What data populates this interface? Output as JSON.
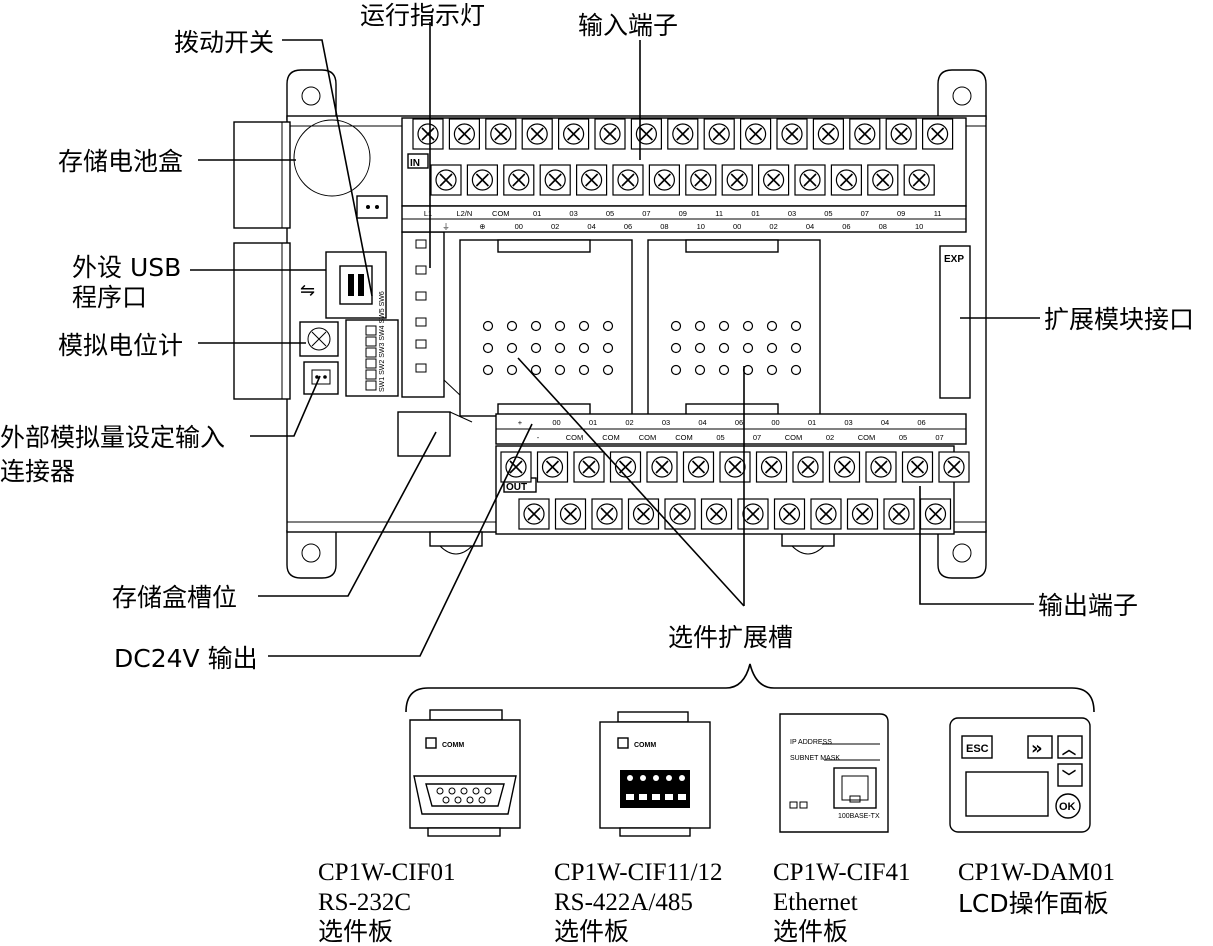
{
  "labels": {
    "dip_switch": "拨动开关",
    "run_led": "运行指示灯",
    "input_terminal": "输入端子",
    "battery_box": "存储电池盒",
    "usb_port_1": "外设 USB",
    "usb_port_2": "程序口",
    "analog_pot": "模拟电位计",
    "analog_input_1": "外部模拟量设定输入",
    "analog_input_2": "连接器",
    "memory_slot": "存储盒槽位",
    "dc24v": "DC24V 输出",
    "exp_connector": "扩展模块接口",
    "output_terminal": "输出端子",
    "option_slot": "选件扩展槽"
  },
  "device": {
    "in_tag": "IN",
    "out_tag": "OUT",
    "exp_tag": "EXP",
    "in_top_labels": [
      "L1",
      "L2/N",
      "COM",
      "01",
      "03",
      "05",
      "07",
      "09",
      "11",
      "01",
      "03",
      "05",
      "07",
      "09",
      "11"
    ],
    "in_bottom_labels": [
      "⏚",
      "⊕",
      "00",
      "02",
      "04",
      "06",
      "08",
      "10",
      "00",
      "02",
      "04",
      "06",
      "08",
      "10"
    ],
    "out_top_labels": [
      "+",
      "00",
      "01",
      "02",
      "03",
      "04",
      "06",
      "00",
      "01",
      "03",
      "04",
      "06"
    ],
    "out_bottom_labels": [
      "-",
      "COM",
      "COM",
      "COM",
      "COM",
      "05",
      "07",
      "COM",
      "02",
      "COM",
      "05",
      "07"
    ],
    "dip_label": "SW1 SW2 SW3 SW4 SW5 SW6",
    "comm_label": "COMM"
  },
  "boards": [
    {
      "model": "CP1W-CIF01",
      "desc": "RS-232C",
      "kind": "选件板"
    },
    {
      "model": "CP1W-CIF11/12",
      "desc": "RS-422A/485",
      "kind": "选件板"
    },
    {
      "model": "CP1W-CIF41",
      "desc": "Ethernet",
      "kind": "选件板"
    },
    {
      "model": "CP1W-DAM01",
      "desc": "LCD操作面板",
      "kind": ""
    }
  ],
  "board_parts": {
    "comm": "COMM",
    "ip_address": "IP ADDRESS",
    "subnet_mask": "SUBNET MASK",
    "speed": "100BASE-TX",
    "esc": "ESC",
    "next": "»",
    "up": "︿",
    "down": "﹀",
    "ok": "OK"
  }
}
